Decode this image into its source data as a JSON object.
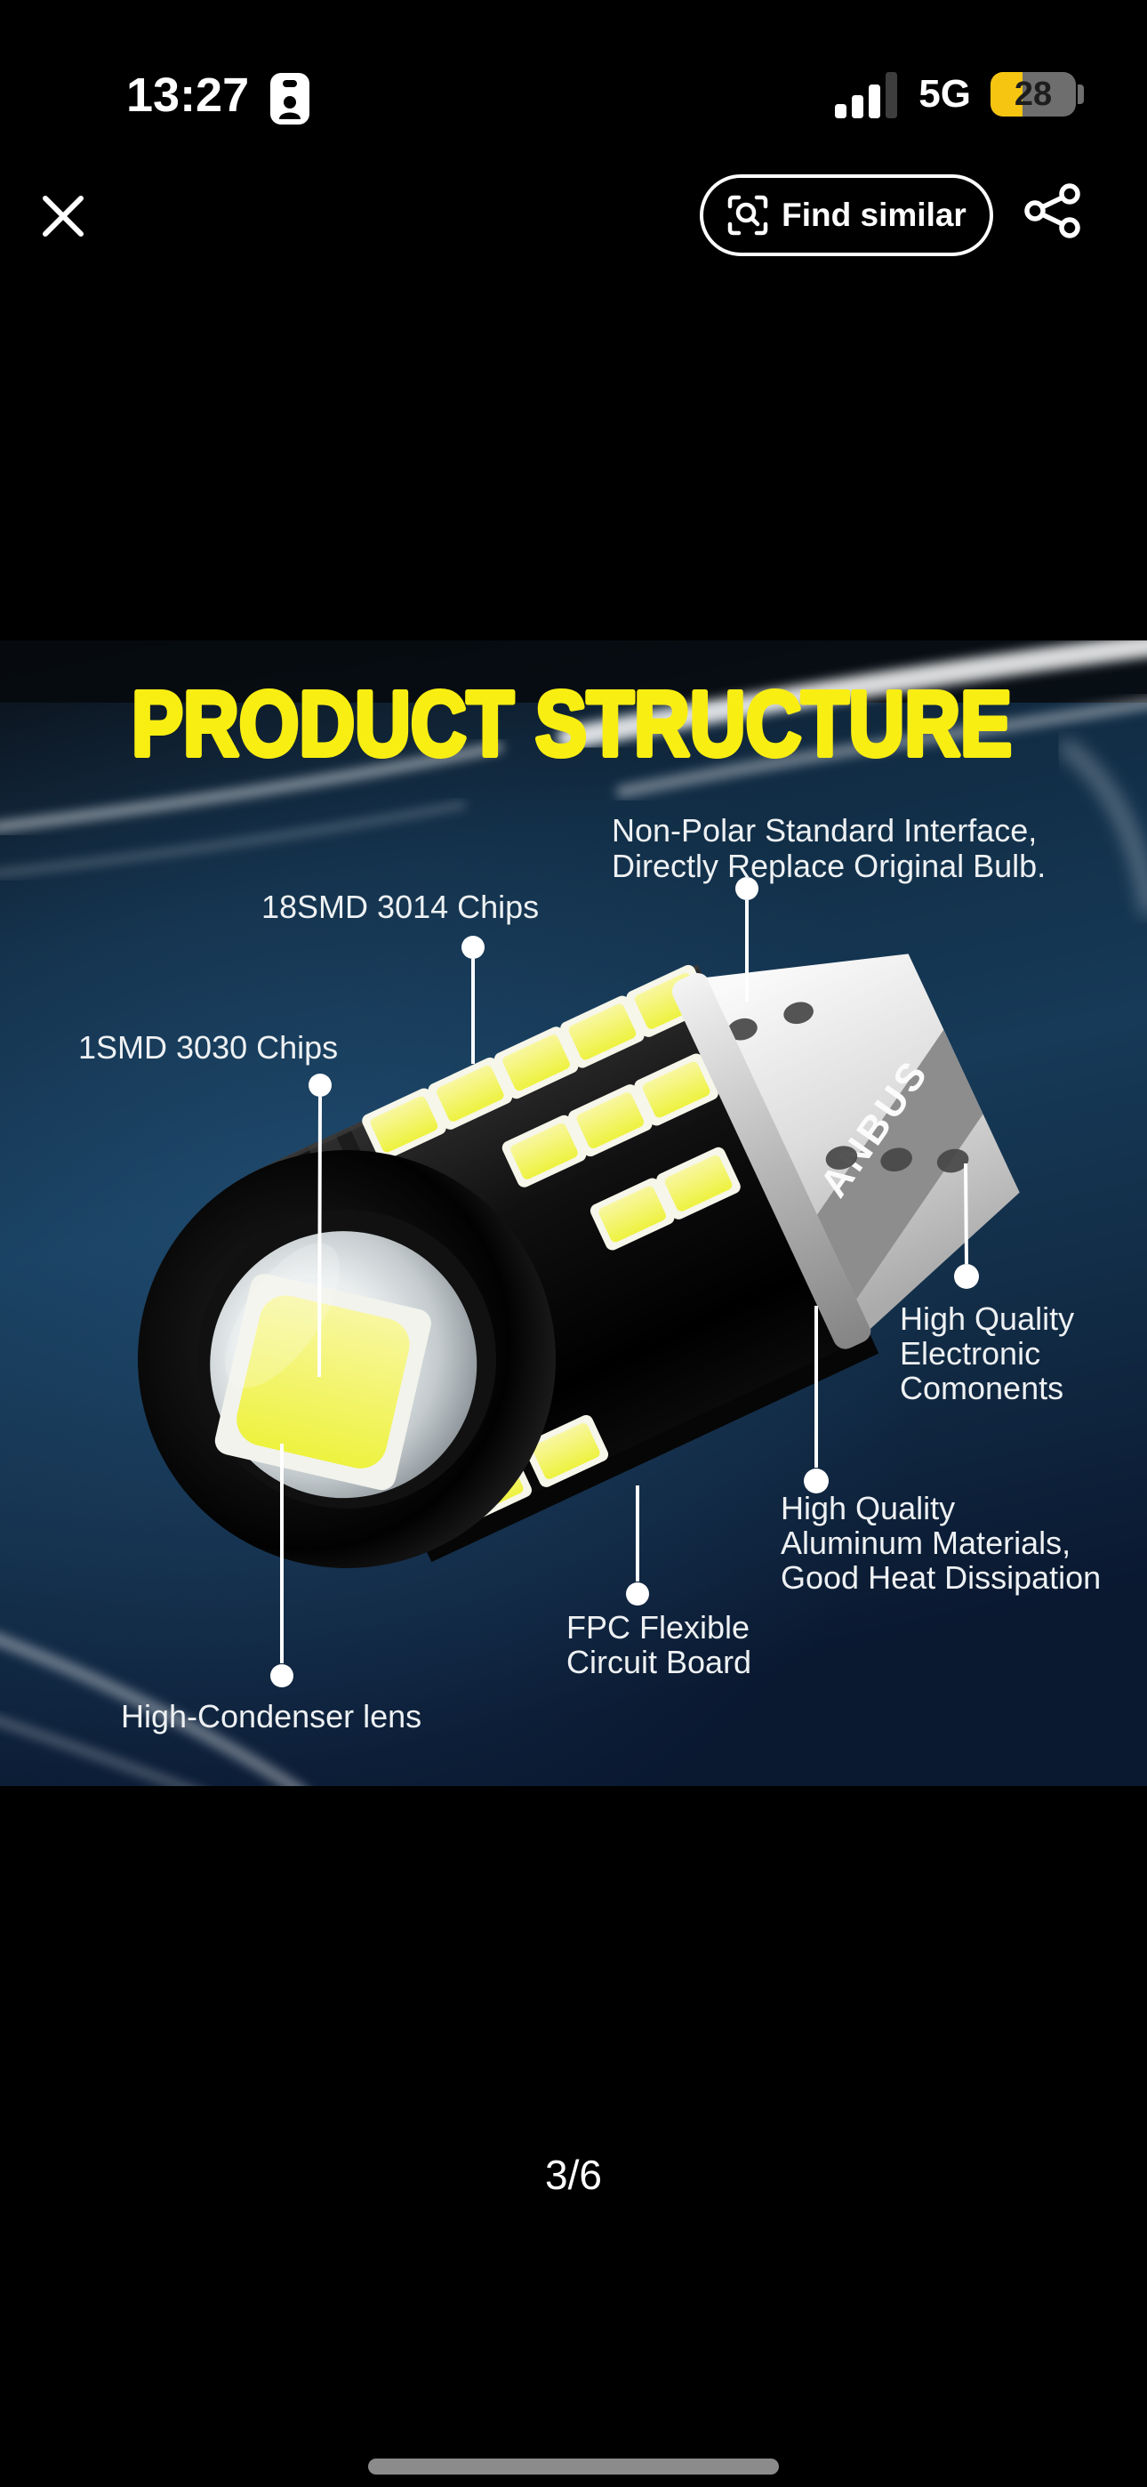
{
  "status_bar": {
    "time": "13:27",
    "network": "5G",
    "battery_percent": "28"
  },
  "toolbar": {
    "find_similar_label": "Find similar"
  },
  "image": {
    "title": "PRODUCT STRUCTURE",
    "product_label": "ANBUS",
    "callouts": {
      "non_polar": {
        "lines": [
          "Non-Polar Standard Interface,",
          "Directly Replace Original Bulb."
        ]
      },
      "smd18": {
        "lines": [
          "18SMD 3014 Chips"
        ]
      },
      "smd1": {
        "lines": [
          "1SMD 3030 Chips"
        ]
      },
      "electronic": {
        "lines": [
          "High Quality",
          "Electronic",
          "Comonents"
        ]
      },
      "aluminum": {
        "lines": [
          "High Quality",
          "Aluminum Materials,",
          "Good Heat Dissipation"
        ]
      },
      "fpc": {
        "lines": [
          "FPC Flexible",
          "Circuit Board"
        ]
      },
      "lens": {
        "lines": [
          "High-Condenser lens"
        ]
      }
    }
  },
  "pager": {
    "label": "3/6"
  },
  "icons": {
    "close": "x-cross",
    "find_similar": "image-search-scan-magnifier",
    "share": "share-nodes",
    "time_badge": "focus-person-badge",
    "signal": "cellular-signal-bars-3-of-4",
    "battery": "battery-low-power-yellow"
  },
  "colors": {
    "title_yellow": "#f9ee12",
    "battery_low_power_yellow": "#f5c511",
    "image_background_blue": "#163a58",
    "led_chip_yellow": "#eef23f",
    "home_indicator_gray": "#8b8b8b"
  }
}
